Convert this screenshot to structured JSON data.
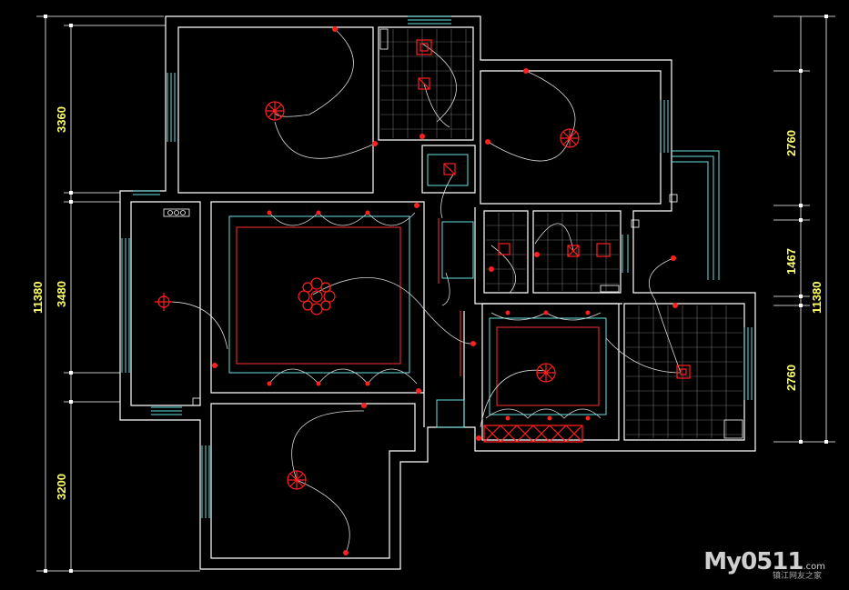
{
  "dimensions": {
    "left": {
      "d1": "3360",
      "d2": "3480",
      "d3": "3200",
      "total": "11380"
    },
    "right": {
      "d1": "2760",
      "d2": "1467",
      "d3": "2760",
      "total": "11380"
    }
  },
  "watermark": {
    "brand": "My0511",
    "suffix": ".com",
    "sub": "镇江网友之家"
  },
  "colors": {
    "wall": "#ffffff",
    "window": "#66e0e0",
    "fixture": "#ff2020",
    "wire": "#d8d8d8",
    "dimension": "#ffff66"
  }
}
